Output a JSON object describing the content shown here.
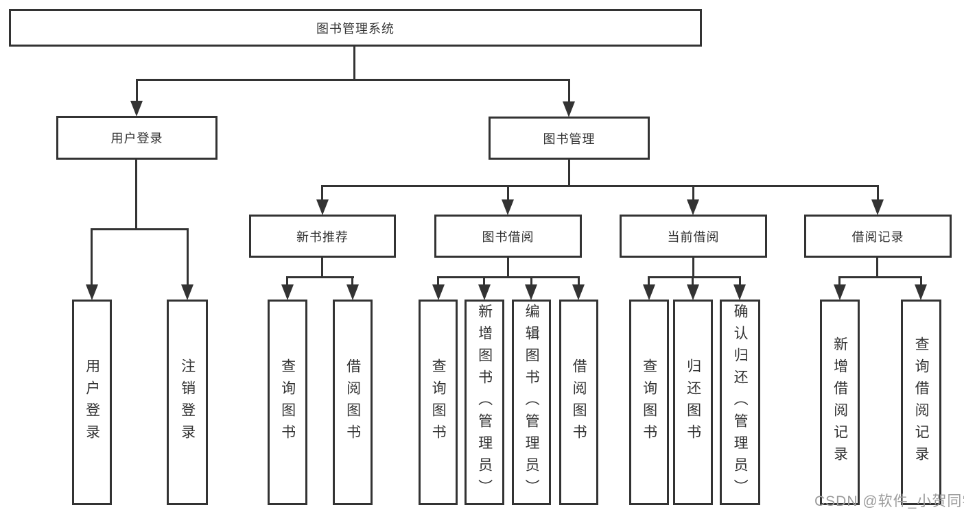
{
  "diagram": {
    "root": {
      "label": "图书管理系统"
    },
    "branches": [
      {
        "label": "用户登录",
        "children": [
          "用户登录",
          "注销登录"
        ]
      },
      {
        "label": "图书管理",
        "children": [
          {
            "label": "新书推荐",
            "children": [
              "查询图书",
              "借阅图书"
            ]
          },
          {
            "label": "图书借阅",
            "children": [
              "查询图书",
              "新增图书（管理员）",
              "编辑图书（管理员）",
              "借阅图书"
            ]
          },
          {
            "label": "当前借阅",
            "children": [
              "查询图书",
              "归还图书",
              "确认归还（管理员）"
            ]
          },
          {
            "label": "借阅记录",
            "children": [
              "新增借阅记录",
              "查询借阅记录"
            ]
          }
        ]
      }
    ],
    "watermark": "CSDN @软件_小贺同学",
    "colors": {
      "line": "#333333",
      "box_background": "#ffffff",
      "text": "#333333",
      "watermark_text": "#9c9c9c"
    }
  }
}
